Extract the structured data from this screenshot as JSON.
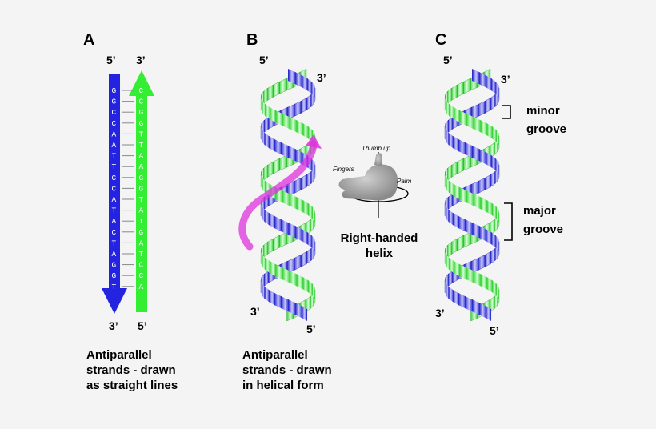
{
  "panels": {
    "a": {
      "letter": "A",
      "top_left": "5’",
      "top_right": "3’",
      "bottom_left": "3’",
      "bottom_right": "5’",
      "left_strand": [
        "G",
        "G",
        "C",
        "C",
        "A",
        "A",
        "T",
        "T",
        "C",
        "C",
        "A",
        "T",
        "A",
        "C",
        "T",
        "A",
        "G",
        "G",
        "T"
      ],
      "right_strand": [
        "C",
        "C",
        "G",
        "G",
        "T",
        "T",
        "A",
        "A",
        "G",
        "G",
        "T",
        "A",
        "T",
        "G",
        "A",
        "T",
        "C",
        "C",
        "A"
      ],
      "caption": [
        "Antiparallel",
        "strands - drawn",
        "as straight lines"
      ]
    },
    "b": {
      "letter": "B",
      "top_left": "5’",
      "top_right": "3’",
      "bottom_left": "3’",
      "bottom_right": "5’",
      "hand": {
        "thumb": "Thumb up",
        "fingers": "Fingers",
        "palm": "Palm"
      },
      "rh_line1": "Right-handed",
      "rh_line2": "helix",
      "caption": [
        "Antiparallel",
        "strands - drawn",
        "in helical form"
      ]
    },
    "c": {
      "letter": "C",
      "top_left": "5’",
      "top_right": "3’",
      "bottom_left": "3’",
      "bottom_right": "5’",
      "minor": [
        "minor",
        "groove"
      ],
      "major": [
        "major",
        "groove"
      ]
    }
  },
  "colors": {
    "blue_strand": "#2424e0",
    "green_strand": "#33ee33",
    "pink_arrow": "#dd33dd"
  }
}
